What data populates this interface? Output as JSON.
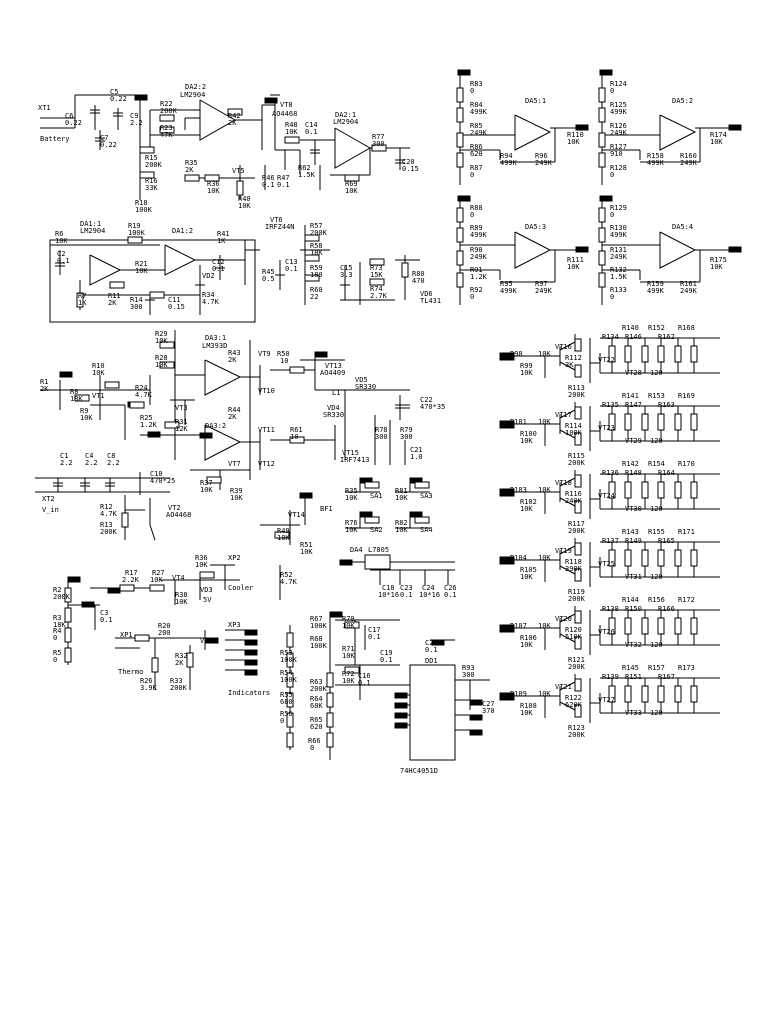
{
  "diagram": {
    "labels": [
      {
        "t": "XT1"
      },
      {
        "t": "C6"
      },
      {
        "t": "0.22"
      },
      {
        "t": "C5"
      },
      {
        "t": "0.22"
      },
      {
        "t": "C9"
      },
      {
        "t": "2.2"
      },
      {
        "t": "C7"
      },
      {
        "t": "0.22"
      },
      {
        "t": "Battery"
      },
      {
        "t": "R22"
      },
      {
        "t": "200K"
      },
      {
        "t": "R23"
      },
      {
        "t": "47K"
      },
      {
        "t": "DA2:2"
      },
      {
        "t": "LM2904"
      },
      {
        "t": "R42"
      },
      {
        "t": "2K"
      },
      {
        "t": "VT8"
      },
      {
        "t": "AO4468"
      },
      {
        "t": "R48"
      },
      {
        "t": "10K"
      },
      {
        "t": "C14"
      },
      {
        "t": "0.1"
      },
      {
        "t": "DA2:1"
      },
      {
        "t": "LM2904"
      },
      {
        "t": "R77"
      },
      {
        "t": "300"
      },
      {
        "t": "C20"
      },
      {
        "t": "0.15"
      },
      {
        "t": "R15"
      },
      {
        "t": "200K"
      },
      {
        "t": "R16"
      },
      {
        "t": "33K"
      },
      {
        "t": "R35"
      },
      {
        "t": "2K"
      },
      {
        "t": "R36"
      },
      {
        "t": "10K"
      },
      {
        "t": "VT5"
      },
      {
        "t": "R46"
      },
      {
        "t": "0.1"
      },
      {
        "t": "R47"
      },
      {
        "t": "0.1"
      },
      {
        "t": "R62"
      },
      {
        "t": "1.5K"
      },
      {
        "t": "R69"
      },
      {
        "t": "10K"
      },
      {
        "t": "R40"
      },
      {
        "t": "10K"
      },
      {
        "t": "R18"
      },
      {
        "t": "100K"
      },
      {
        "t": "R83"
      },
      {
        "t": "0"
      },
      {
        "t": "R84"
      },
      {
        "t": "499K"
      },
      {
        "t": "R85"
      },
      {
        "t": "249K"
      },
      {
        "t": "R86"
      },
      {
        "t": "620"
      },
      {
        "t": "R87"
      },
      {
        "t": "0"
      },
      {
        "t": "DA5:1"
      },
      {
        "t": "R94"
      },
      {
        "t": "499K"
      },
      {
        "t": "R96"
      },
      {
        "t": "249K"
      },
      {
        "t": "R110"
      },
      {
        "t": "10K"
      },
      {
        "t": "R124"
      },
      {
        "t": "0"
      },
      {
        "t": "R125"
      },
      {
        "t": "499K"
      },
      {
        "t": "R126"
      },
      {
        "t": "249K"
      },
      {
        "t": "R127"
      },
      {
        "t": "910"
      },
      {
        "t": "R128"
      },
      {
        "t": "0"
      },
      {
        "t": "DA5:2"
      },
      {
        "t": "R158"
      },
      {
        "t": "499K"
      },
      {
        "t": "R160"
      },
      {
        "t": "249K"
      },
      {
        "t": "R174"
      },
      {
        "t": "10K"
      },
      {
        "t": "R88"
      },
      {
        "t": "0"
      },
      {
        "t": "R89"
      },
      {
        "t": "499K"
      },
      {
        "t": "R90"
      },
      {
        "t": "249K"
      },
      {
        "t": "R91"
      },
      {
        "t": "1.2K"
      },
      {
        "t": "R92"
      },
      {
        "t": "0"
      },
      {
        "t": "DA5:3"
      },
      {
        "t": "R95"
      },
      {
        "t": "499K"
      },
      {
        "t": "R97"
      },
      {
        "t": "249K"
      },
      {
        "t": "R111"
      },
      {
        "t": "10K"
      },
      {
        "t": "R129"
      },
      {
        "t": "0"
      },
      {
        "t": "R130"
      },
      {
        "t": "499K"
      },
      {
        "t": "R131"
      },
      {
        "t": "249K"
      },
      {
        "t": "R132"
      },
      {
        "t": "1.5K"
      },
      {
        "t": "R133"
      },
      {
        "t": "0"
      },
      {
        "t": "DA5:4"
      },
      {
        "t": "R159"
      },
      {
        "t": "499K"
      },
      {
        "t": "R161"
      },
      {
        "t": "249K"
      },
      {
        "t": "R175"
      },
      {
        "t": "10K"
      },
      {
        "t": "DA1:1"
      },
      {
        "t": "LM2904"
      },
      {
        "t": "R6"
      },
      {
        "t": "10K"
      },
      {
        "t": "R19"
      },
      {
        "t": "100K"
      },
      {
        "t": "DA1:2"
      },
      {
        "t": "C2"
      },
      {
        "t": "0.1"
      },
      {
        "t": "R21"
      },
      {
        "t": "10K"
      },
      {
        "t": "R41"
      },
      {
        "t": "1K"
      },
      {
        "t": "VT6"
      },
      {
        "t": "IRFZ44N"
      },
      {
        "t": "C12"
      },
      {
        "t": "0.1"
      },
      {
        "t": "VD2"
      },
      {
        "t": "R7"
      },
      {
        "t": "1K"
      },
      {
        "t": "R11"
      },
      {
        "t": "2K"
      },
      {
        "t": "R14"
      },
      {
        "t": "300"
      },
      {
        "t": "C11"
      },
      {
        "t": "0.15"
      },
      {
        "t": "R34"
      },
      {
        "t": "4.7K"
      },
      {
        "t": "R45"
      },
      {
        "t": "0.5"
      },
      {
        "t": "R57"
      },
      {
        "t": "200K"
      },
      {
        "t": "R58"
      },
      {
        "t": "18K"
      },
      {
        "t": "R59"
      },
      {
        "t": "180"
      },
      {
        "t": "R60"
      },
      {
        "t": "22"
      },
      {
        "t": "C13"
      },
      {
        "t": "0.1"
      },
      {
        "t": "C15"
      },
      {
        "t": "3.3"
      },
      {
        "t": "R73"
      },
      {
        "t": "15K"
      },
      {
        "t": "R74"
      },
      {
        "t": "2.7K"
      },
      {
        "t": "R80"
      },
      {
        "t": "470"
      },
      {
        "t": "VD6"
      },
      {
        "t": "TL431"
      },
      {
        "t": "R29"
      },
      {
        "t": "10K"
      },
      {
        "t": "R28"
      },
      {
        "t": "10K"
      },
      {
        "t": "DA3:1"
      },
      {
        "t": "LM393D"
      },
      {
        "t": "R43"
      },
      {
        "t": "2K"
      },
      {
        "t": "VT9"
      },
      {
        "t": "R50"
      },
      {
        "t": "10"
      },
      {
        "t": "VT13"
      },
      {
        "t": "AO4409"
      },
      {
        "t": "L1"
      },
      {
        "t": "VD5"
      },
      {
        "t": "SR330"
      },
      {
        "t": "C22"
      },
      {
        "t": "470*35"
      },
      {
        "t": "VT10"
      },
      {
        "t": "VD4"
      },
      {
        "t": "SR330"
      },
      {
        "t": "R1"
      },
      {
        "t": "2K"
      },
      {
        "t": "R10"
      },
      {
        "t": "10K"
      },
      {
        "t": "R8"
      },
      {
        "t": "18K"
      },
      {
        "t": "VT1"
      },
      {
        "t": "R24"
      },
      {
        "t": "4.7K"
      },
      {
        "t": "VT3"
      },
      {
        "t": "R9"
      },
      {
        "t": "10K"
      },
      {
        "t": "R25"
      },
      {
        "t": "1.2K"
      },
      {
        "t": "R31"
      },
      {
        "t": "12K"
      },
      {
        "t": "R44"
      },
      {
        "t": "2K"
      },
      {
        "t": "DA3:2"
      },
      {
        "t": "VT11"
      },
      {
        "t": "R61"
      },
      {
        "t": "10"
      },
      {
        "t": "R78"
      },
      {
        "t": "300"
      },
      {
        "t": "R79"
      },
      {
        "t": "300"
      },
      {
        "t": "C21"
      },
      {
        "t": "1.0"
      },
      {
        "t": "VT15"
      },
      {
        "t": "IRF7413"
      },
      {
        "t": "VT7"
      },
      {
        "t": "VT12"
      },
      {
        "t": "R37"
      },
      {
        "t": "10K"
      },
      {
        "t": "R39"
      },
      {
        "t": "10K"
      },
      {
        "t": "C1"
      },
      {
        "t": "2.2"
      },
      {
        "t": "C4"
      },
      {
        "t": "2.2"
      },
      {
        "t": "C8"
      },
      {
        "t": "2.2"
      },
      {
        "t": "C10"
      },
      {
        "t": "470*25"
      },
      {
        "t": "XT2"
      },
      {
        "t": "V_in"
      },
      {
        "t": "R12"
      },
      {
        "t": "4.7K"
      },
      {
        "t": "R13"
      },
      {
        "t": "200K"
      },
      {
        "t": "VT2"
      },
      {
        "t": "AO4468"
      },
      {
        "t": "R35"
      },
      {
        "t": "10K"
      },
      {
        "t": "SA1"
      },
      {
        "t": "R81"
      },
      {
        "t": "10K"
      },
      {
        "t": "SA3"
      },
      {
        "t": "VT14"
      },
      {
        "t": "BF1"
      },
      {
        "t": "R49"
      },
      {
        "t": "10K"
      },
      {
        "t": "R51"
      },
      {
        "t": "10K"
      },
      {
        "t": "R76"
      },
      {
        "t": "10K"
      },
      {
        "t": "SA2"
      },
      {
        "t": "R82"
      },
      {
        "t": "10K"
      },
      {
        "t": "SA4"
      },
      {
        "t": "R2"
      },
      {
        "t": "200K"
      },
      {
        "t": "R3"
      },
      {
        "t": "18K"
      },
      {
        "t": "C3"
      },
      {
        "t": "0.1"
      },
      {
        "t": "R4"
      },
      {
        "t": "0"
      },
      {
        "t": "R5"
      },
      {
        "t": "0"
      },
      {
        "t": "R17"
      },
      {
        "t": "2.2K"
      },
      {
        "t": "R27"
      },
      {
        "t": "10K"
      },
      {
        "t": "VT4"
      },
      {
        "t": "R38"
      },
      {
        "t": "10K"
      },
      {
        "t": "R36"
      },
      {
        "t": "10K"
      },
      {
        "t": "XP2"
      },
      {
        "t": "VD3"
      },
      {
        "t": "5V"
      },
      {
        "t": "Cooler"
      },
      {
        "t": "R52"
      },
      {
        "t": "4.7K"
      },
      {
        "t": "DA4"
      },
      {
        "t": "L7805"
      },
      {
        "t": "C18"
      },
      {
        "t": "10*16"
      },
      {
        "t": "C23"
      },
      {
        "t": "0.1"
      },
      {
        "t": "C24"
      },
      {
        "t": "10*16"
      },
      {
        "t": "C26"
      },
      {
        "t": "0.1"
      },
      {
        "t": "XP1"
      },
      {
        "t": "R20"
      },
      {
        "t": "200"
      },
      {
        "t": "VD1"
      },
      {
        "t": "XP3"
      },
      {
        "t": "R26"
      },
      {
        "t": "3.9K"
      },
      {
        "t": "R32"
      },
      {
        "t": "2K"
      },
      {
        "t": "R33"
      },
      {
        "t": "200K"
      },
      {
        "t": "Thermo"
      },
      {
        "t": "Indicators"
      },
      {
        "t": "R67"
      },
      {
        "t": "100K"
      },
      {
        "t": "R70"
      },
      {
        "t": "10K"
      },
      {
        "t": "C17"
      },
      {
        "t": "0.1"
      },
      {
        "t": "R68"
      },
      {
        "t": "100K"
      },
      {
        "t": "R71"
      },
      {
        "t": "10K"
      },
      {
        "t": "C19"
      },
      {
        "t": "0.1"
      },
      {
        "t": "C25"
      },
      {
        "t": "0.1"
      },
      {
        "t": "DD1"
      },
      {
        "t": "R53"
      },
      {
        "t": "100K"
      },
      {
        "t": "R54"
      },
      {
        "t": "100K"
      },
      {
        "t": "R72"
      },
      {
        "t": "10K"
      },
      {
        "t": "C16"
      },
      {
        "t": "0.1"
      },
      {
        "t": "R63"
      },
      {
        "t": "200K"
      },
      {
        "t": "R93"
      },
      {
        "t": "300"
      },
      {
        "t": "C27"
      },
      {
        "t": "370"
      },
      {
        "t": "R55"
      },
      {
        "t": "680"
      },
      {
        "t": "R64"
      },
      {
        "t": "68K"
      },
      {
        "t": "R56"
      },
      {
        "t": "0"
      },
      {
        "t": "R65"
      },
      {
        "t": "620"
      },
      {
        "t": "R66"
      },
      {
        "t": "0"
      },
      {
        "t": "74HC4051D"
      },
      {
        "t": "R98"
      },
      {
        "t": "10K"
      },
      {
        "t": "R99"
      },
      {
        "t": "10K"
      },
      {
        "t": "R112"
      },
      {
        "t": "3K"
      },
      {
        "t": "R113"
      },
      {
        "t": "200K"
      },
      {
        "t": "VT16"
      },
      {
        "t": "VT22"
      },
      {
        "t": "VT28"
      },
      {
        "t": "R140"
      },
      {
        "t": "R152"
      },
      {
        "t": "R168"
      },
      {
        "t": "R134"
      },
      {
        "t": "R146"
      },
      {
        "t": "R162"
      },
      {
        "t": "120"
      },
      {
        "t": "R101"
      },
      {
        "t": "10K"
      },
      {
        "t": "R100"
      },
      {
        "t": "10K"
      },
      {
        "t": "R114"
      },
      {
        "t": "100K"
      },
      {
        "t": "R115"
      },
      {
        "t": "200K"
      },
      {
        "t": "VT17"
      },
      {
        "t": "VT23"
      },
      {
        "t": "VT29"
      },
      {
        "t": "R141"
      },
      {
        "t": "R153"
      },
      {
        "t": "R169"
      },
      {
        "t": "R135"
      },
      {
        "t": "R147"
      },
      {
        "t": "R163"
      },
      {
        "t": "120"
      },
      {
        "t": "R103"
      },
      {
        "t": "10K"
      },
      {
        "t": "R102"
      },
      {
        "t": "10K"
      },
      {
        "t": "R116"
      },
      {
        "t": "240K"
      },
      {
        "t": "R117"
      },
      {
        "t": "200K"
      },
      {
        "t": "VT18"
      },
      {
        "t": "VT24"
      },
      {
        "t": "VT30"
      },
      {
        "t": "R142"
      },
      {
        "t": "R154"
      },
      {
        "t": "R170"
      },
      {
        "t": "R136"
      },
      {
        "t": "R148"
      },
      {
        "t": "R164"
      },
      {
        "t": "120"
      },
      {
        "t": "R104"
      },
      {
        "t": "10K"
      },
      {
        "t": "R105"
      },
      {
        "t": "10K"
      },
      {
        "t": "R118"
      },
      {
        "t": "390K"
      },
      {
        "t": "R119"
      },
      {
        "t": "200K"
      },
      {
        "t": "VT19"
      },
      {
        "t": "VT25"
      },
      {
        "t": "VT31"
      },
      {
        "t": "R143"
      },
      {
        "t": "R155"
      },
      {
        "t": "R171"
      },
      {
        "t": "R137"
      },
      {
        "t": "R149"
      },
      {
        "t": "R165"
      },
      {
        "t": "120"
      },
      {
        "t": "R107"
      },
      {
        "t": "10K"
      },
      {
        "t": "R106"
      },
      {
        "t": "10K"
      },
      {
        "t": "R120"
      },
      {
        "t": "510K"
      },
      {
        "t": "R121"
      },
      {
        "t": "200K"
      },
      {
        "t": "VT20"
      },
      {
        "t": "VT26"
      },
      {
        "t": "VT32"
      },
      {
        "t": "R144"
      },
      {
        "t": "R156"
      },
      {
        "t": "R172"
      },
      {
        "t": "R138"
      },
      {
        "t": "R150"
      },
      {
        "t": "R166"
      },
      {
        "t": "120"
      },
      {
        "t": "R109"
      },
      {
        "t": "10K"
      },
      {
        "t": "R108"
      },
      {
        "t": "10K"
      },
      {
        "t": "R122"
      },
      {
        "t": "620K"
      },
      {
        "t": "R123"
      },
      {
        "t": "200K"
      },
      {
        "t": "VT21"
      },
      {
        "t": "VT27"
      },
      {
        "t": "VT33"
      },
      {
        "t": "R145"
      },
      {
        "t": "R157"
      },
      {
        "t": "R173"
      },
      {
        "t": "R139"
      },
      {
        "t": "R151"
      },
      {
        "t": "R167"
      },
      {
        "t": "120"
      }
    ]
  }
}
